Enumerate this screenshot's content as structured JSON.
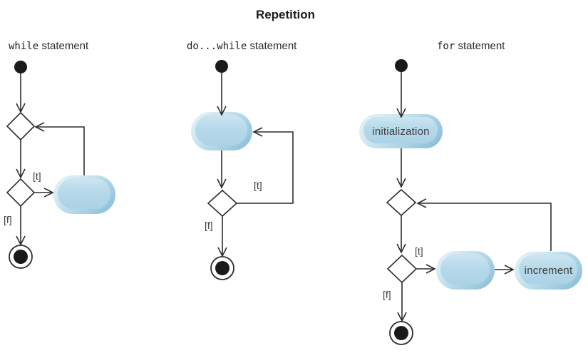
{
  "title": "Repetition",
  "palette": {
    "line": "#2d2d2d",
    "node_fill": "#1a1a1a",
    "capsule_fill": "#b3d7e8",
    "capsule_edge_dark": "#8fc0da",
    "capsule_edge_light": "#e2f1f7",
    "label_text": "#3e3e3e"
  },
  "diagrams": [
    {
      "name": "while",
      "label_code": "while",
      "label_rest": "statement",
      "guard_true": "[t]",
      "guard_false": "[f]",
      "body_label": ""
    },
    {
      "name": "do-while",
      "label_code": "do...while",
      "label_rest": "statement",
      "guard_true": "[t]",
      "guard_false": "[f]",
      "body_label": ""
    },
    {
      "name": "for",
      "label_code": "for",
      "label_rest": "statement",
      "guard_true": "[t]",
      "guard_false": "[f]",
      "init_label": "initialization",
      "body_label": "",
      "increment_label": "increment"
    }
  ]
}
